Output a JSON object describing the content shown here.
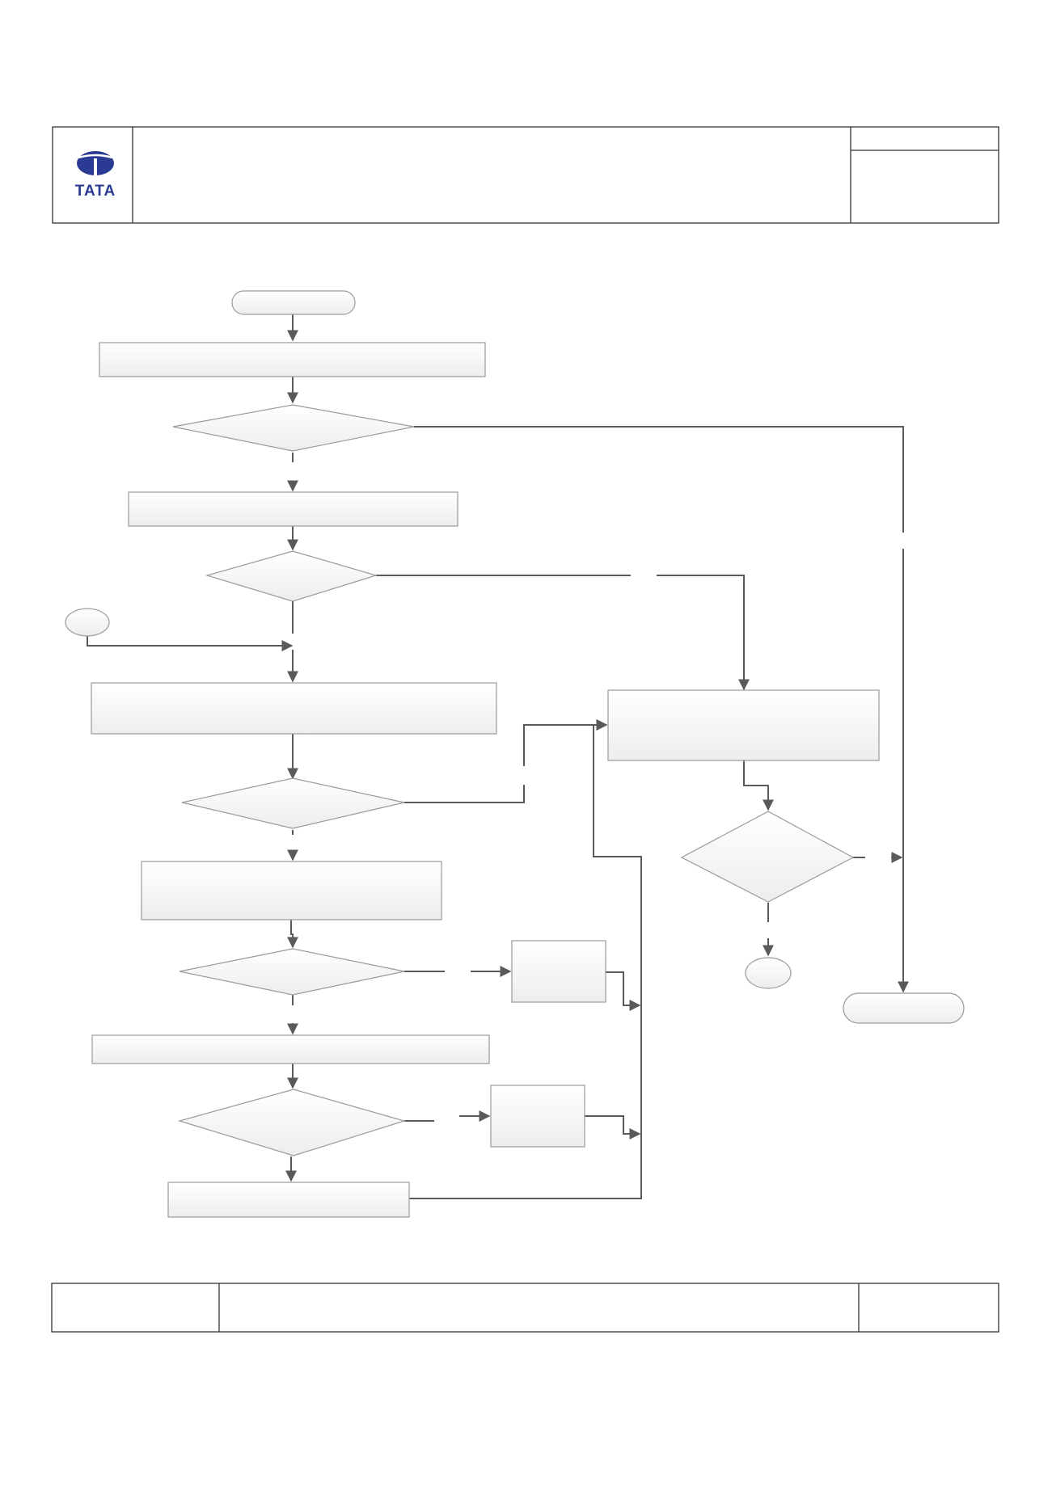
{
  "header": {
    "logo_text": "TATA",
    "title": "",
    "doc_no": "",
    "rev": ""
  },
  "footer": {
    "left": "",
    "center": "",
    "right": ""
  },
  "diagram": {
    "nodes": [
      {
        "id": "start",
        "shape": "terminator",
        "text": ""
      },
      {
        "id": "p1",
        "shape": "process",
        "text": ""
      },
      {
        "id": "d1",
        "shape": "decision",
        "text": ""
      },
      {
        "id": "p2",
        "shape": "process",
        "text": ""
      },
      {
        "id": "d2",
        "shape": "decision",
        "text": ""
      },
      {
        "id": "conn-left",
        "shape": "connector",
        "text": ""
      },
      {
        "id": "p3",
        "shape": "process",
        "text": ""
      },
      {
        "id": "d3",
        "shape": "decision",
        "text": ""
      },
      {
        "id": "p4",
        "shape": "process",
        "text": ""
      },
      {
        "id": "d4",
        "shape": "decision",
        "text": ""
      },
      {
        "id": "p5",
        "shape": "process",
        "text": ""
      },
      {
        "id": "d5",
        "shape": "decision",
        "text": ""
      },
      {
        "id": "p6",
        "shape": "process",
        "text": ""
      },
      {
        "id": "side1",
        "shape": "process",
        "text": ""
      },
      {
        "id": "side2",
        "shape": "process",
        "text": ""
      },
      {
        "id": "r1",
        "shape": "process",
        "text": ""
      },
      {
        "id": "rd",
        "shape": "decision",
        "text": ""
      },
      {
        "id": "conn-right",
        "shape": "connector",
        "text": ""
      },
      {
        "id": "end",
        "shape": "terminator",
        "text": ""
      }
    ]
  },
  "colors": {
    "logo_blue": "#2b3a93",
    "line": "#5a5a5a",
    "box_border": "#9a9a9a",
    "frame": "#333333"
  }
}
